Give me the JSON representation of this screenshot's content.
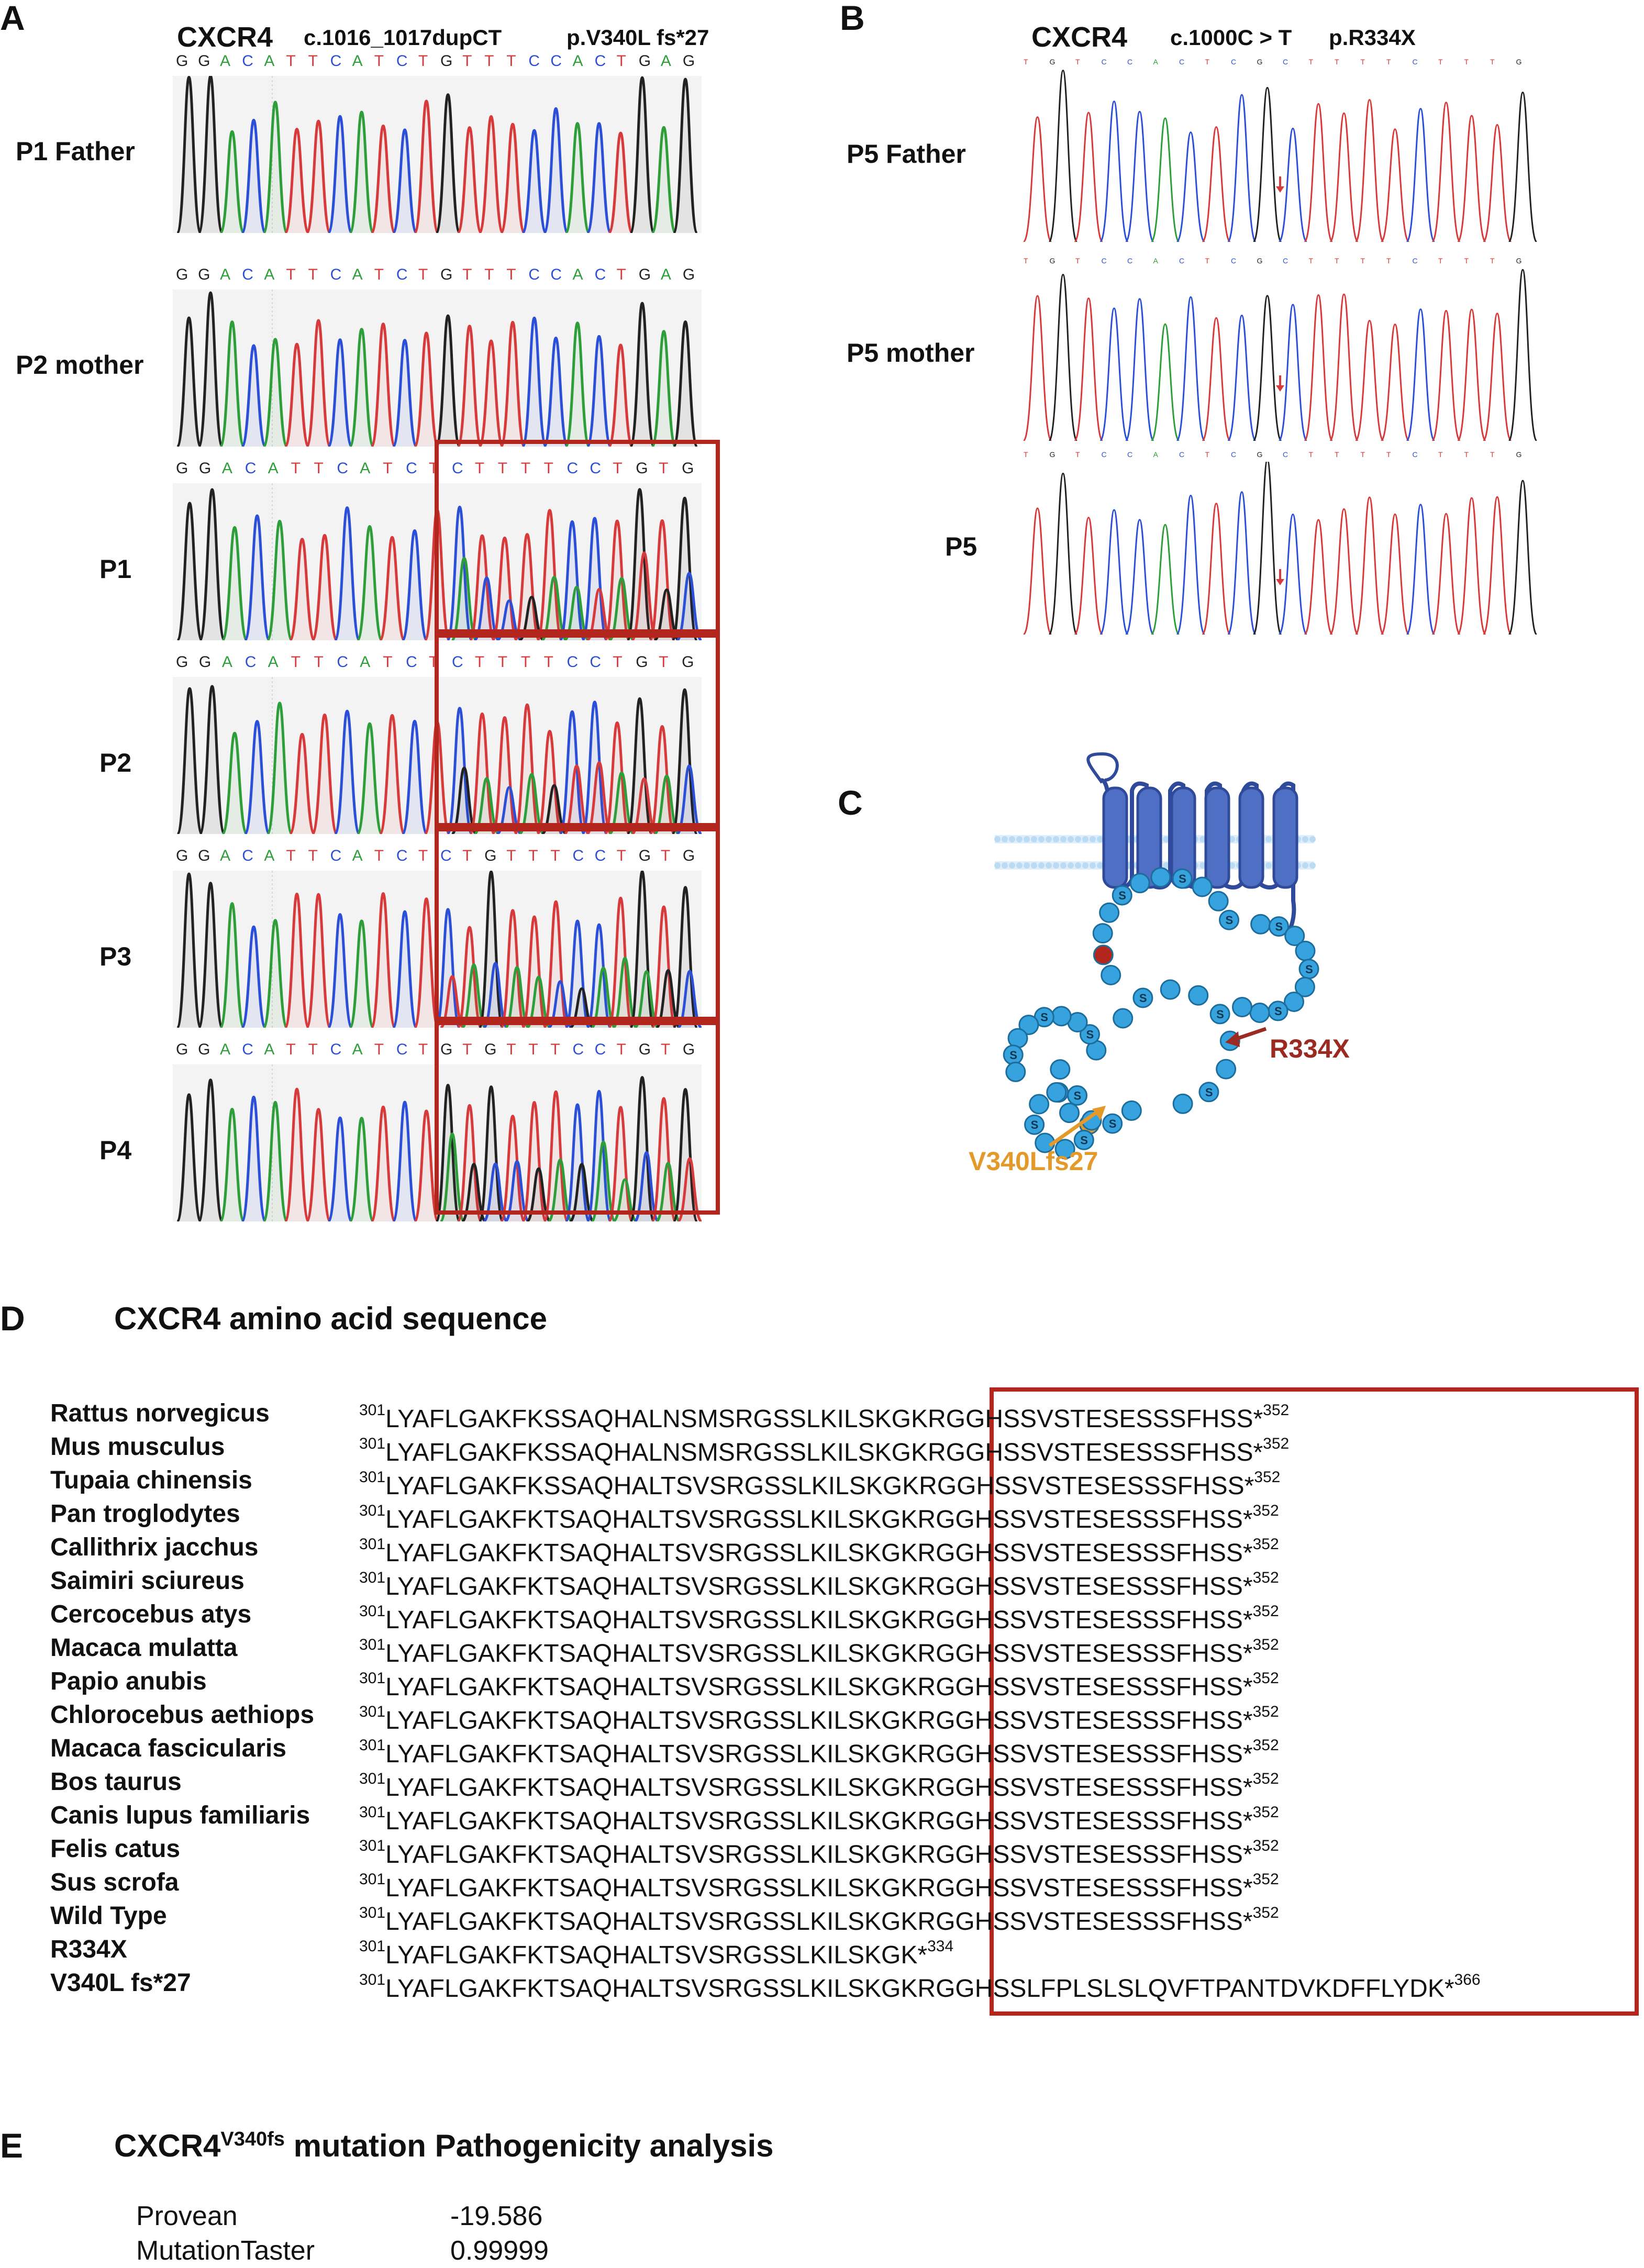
{
  "panelA": {
    "letter": "A",
    "gene": "CXCR4",
    "cdna": "c.1016_1017dupCT",
    "protein": "p.V340L fs*27",
    "colors": {
      "A": "#2e9e3a",
      "C": "#2b4fd6",
      "G": "#222222",
      "T": "#d63a3a"
    },
    "traces": [
      {
        "label": "P1 Father",
        "seq": "GGACATTCATCTGTTTCCACTGAG",
        "boxed": false
      },
      {
        "label": "P2 mother",
        "seq": "GGACATTCATCTGTTTCCACTGAG",
        "boxed": false
      },
      {
        "label": "P1",
        "seq": "GGACATTCATCTCTTTTCCTGTG",
        "boxed": true
      },
      {
        "label": "P2",
        "seq": "GGACATTCATCTCTTTTCCTGTG",
        "boxed": true
      },
      {
        "label": "P3",
        "seq": "GGACATTCATCTCTGTTTCCTGTG",
        "boxed": true
      },
      {
        "label": "P4",
        "seq": "GGACATTCATCTGTGTTTCCTGTG",
        "boxed": true
      }
    ]
  },
  "panelB": {
    "letter": "B",
    "gene": "CXCR4",
    "cdna": "c.1000C > T",
    "protein": "p.R334X",
    "seq": "TGTCCACTCGCTTTTCTTTG",
    "traces": [
      {
        "label": "P5 Father"
      },
      {
        "label": "P5 mother"
      },
      {
        "label": "P5"
      }
    ]
  },
  "panelC": {
    "letter": "C",
    "r334x_label": "R334X",
    "v340_label": "V340Lfs27",
    "bead_letter": "S",
    "colors": {
      "helix": "#4f6fc4",
      "bead": "#36a3de",
      "r334": "#b3261e",
      "v340": "#e39a2a"
    }
  },
  "panelD": {
    "letter": "D",
    "title": "CXCR4  amino acid sequence",
    "rows": [
      {
        "species": "Rattus norvegicus",
        "start": "301",
        "seq": "LYAFLGAKFKSSAQHALNSMSRGSSLKILSKGKRGGHSSVSTESESSSFHSS*",
        "end": "352"
      },
      {
        "species": "Mus musculus",
        "start": "301",
        "seq": "LYAFLGAKFKSSAQHALNSMSRGSSLKILSKGKRGGHSSVSTESESSSFHSS*",
        "end": "352"
      },
      {
        "species": "Tupaia chinensis",
        "start": "301",
        "seq": "LYAFLGAKFKSSAQHALTSVSRGSSLKILSKGKRGGHSSVSTESESSSFHSS*",
        "end": "352"
      },
      {
        "species": "Pan troglodytes",
        "start": "301",
        "seq": "LYAFLGAKFKTSAQHALTSVSRGSSLKILSKGKRGGHSSVSTESESSSFHSS*",
        "end": "352"
      },
      {
        "species": "Callithrix jacchus",
        "start": "301",
        "seq": "LYAFLGAKFKTSAQHALTSVSRGSSLKILSKGKRGGHSSVSTESESSSFHSS*",
        "end": "352"
      },
      {
        "species": "Saimiri sciureus",
        "start": "301",
        "seq": "LYAFLGAKFKTSAQHALTSVSRGSSLKILSKGKRGGHSSVSTESESSSFHSS*",
        "end": "352"
      },
      {
        "species": "Cercocebus atys",
        "start": "301",
        "seq": "LYAFLGAKFKTSAQHALTSVSRGSSLKILSKGKRGGHSSVSTESESSSFHSS*",
        "end": "352"
      },
      {
        "species": "Macaca mulatta",
        "start": "301",
        "seq": "LYAFLGAKFKTSAQHALTSVSRGSSLKILSKGKRGGHSSVSTESESSSFHSS*",
        "end": "352"
      },
      {
        "species": "Papio anubis",
        "start": "301",
        "seq": "LYAFLGAKFKTSAQHALTSVSRGSSLKILSKGKRGGHSSVSTESESSSFHSS*",
        "end": "352"
      },
      {
        "species": "Chlorocebus aethiops",
        "start": "301",
        "seq": "LYAFLGAKFKTSAQHALTSVSRGSSLKILSKGKRGGHSSVSTESESSSFHSS*",
        "end": "352"
      },
      {
        "species": "Macaca fascicularis",
        "start": "301",
        "seq": "LYAFLGAKFKTSAQHALTSVSRGSSLKILSKGKRGGHSSVSTESESSSFHSS*",
        "end": "352"
      },
      {
        "species": "Bos taurus",
        "start": "301",
        "seq": "LYAFLGAKFKTSAQHALTSVSRGSSLKILSKGKRGGHSSVSTESESSSFHSS*",
        "end": "352"
      },
      {
        "species": "Canis lupus familiaris",
        "start": "301",
        "seq": "LYAFLGAKFKTSAQHALTSVSRGSSLKILSKGKRGGHSSVSTESESSSFHSS*",
        "end": "352"
      },
      {
        "species": "Felis catus",
        "start": "301",
        "seq": "LYAFLGAKFKTSAQHALTSVSRGSSLKILSKGKRGGHSSVSTESESSSFHSS*",
        "end": "352"
      },
      {
        "species": "Sus scrofa",
        "start": "301",
        "seq": "LYAFLGAKFKTSAQHALTSVSRGSSLKILSKGKRGGHSSVSTESESSSFHSS*",
        "end": "352"
      },
      {
        "species": "Wild Type",
        "start": "301",
        "seq": "LYAFLGAKFKTSAQHALTSVSRGSSLKILSKGKRGGHSSVSTESESSSFHSS*",
        "end": "352"
      },
      {
        "species": "R334X",
        "start": "301",
        "seq": "LYAFLGAKFKTSAQHALTSVSRGSSLKILSKGK*",
        "end": "334"
      },
      {
        "species": "V340L fs*27",
        "start": "301",
        "seq": "LYAFLGAKFKTSAQHALTSVSRGSSLKILSKGKRGGHSSLFPLSLSLQVFTPANTDVKDFFLYDK*",
        "end": "366"
      }
    ]
  },
  "panelE": {
    "letter": "E",
    "title_main": "CXCR4",
    "title_sup": "V340fs",
    "title_rest": " mutation Pathogenicity analysis",
    "rows": [
      {
        "tool": "Provean",
        "value": "-19.586"
      },
      {
        "tool": "MutationTaster",
        "value": "0.99999"
      }
    ]
  }
}
